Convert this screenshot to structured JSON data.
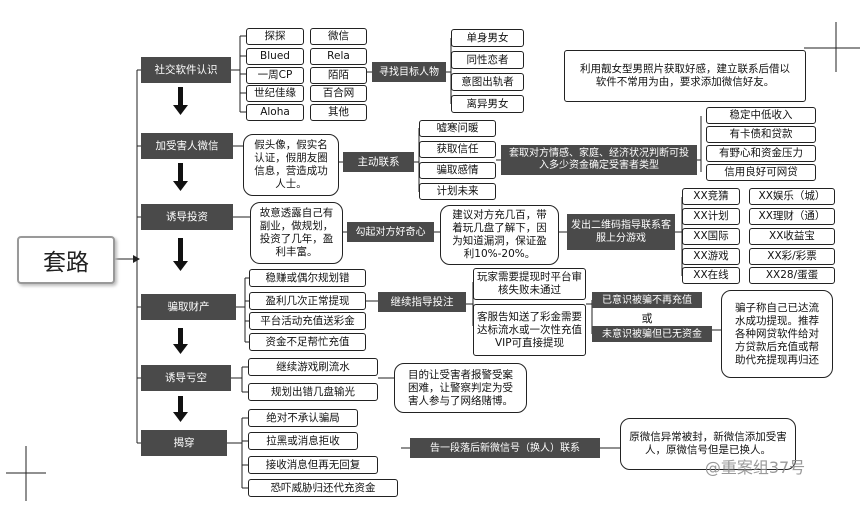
{
  "root": "套路",
  "stages": [
    "社交软件认识",
    "加受害人微信",
    "诱导投资",
    "骗取财产",
    "诱导亏空",
    "揭穿"
  ],
  "apps": [
    "探探",
    "微信",
    "Blued",
    "Rela",
    "一周CP",
    "陌陌",
    "世纪佳缘",
    "百合网",
    "Aloha",
    "其他"
  ],
  "find_target": "寻找目标人物",
  "targets": [
    "单身男女",
    "同性恋者",
    "意图出轨者",
    "离异男女"
  ],
  "note_social": "利用靓女型男照片获取好感，建立联系后借以软件不常用为由，要求添加微信好友。",
  "fake_profile": "假头像，假实名认证，假朋友圈信息，营造成功人士。",
  "active_contact": "主动联系",
  "contact_steps": [
    "嘘寒问暖",
    "获取信任",
    "骗取感情",
    "计划未来"
  ],
  "probe_text": "套取对方情感、家庭、经济状况判断可投入多少资金确定受害者类型",
  "victim_types": [
    "稳定中低收入",
    "有卡债和贷款",
    "有野心和资金压力",
    "信用良好可网贷"
  ],
  "reveal_text": "故意透露自己有副业，做规划，投资了几年，盈利丰富。",
  "arouse": "勾起对方好奇心",
  "suggest_text": "建议对方充几百，带着玩几盘了解下，因为知道漏洞，保证盈利10%-20%。",
  "qr_text": "发出二维码指导联系客服上分游戏",
  "platforms_left": [
    "XX竞猜",
    "XX计划",
    "XX国际",
    "XX游戏",
    "XX在线"
  ],
  "platforms_right": [
    "XX娱乐（城）",
    "XX理财（通）",
    "XX收益宝",
    "XX彩/彩票",
    "XX28/蛋蛋"
  ],
  "fraud_steps": [
    "稳赚或偶尔规划错",
    "盈利几次正常提现",
    "平台活动充值送彩金",
    "资金不足帮忙充值"
  ],
  "continue_bet": "继续指导投注",
  "withdraw_issues": [
    "玩家需要提现时平台审核失败未通过",
    "客服告知送了彩金需要达标流水或一次性充值VIP可直接提现"
  ],
  "aware_branch": "已意识被骗不再充值",
  "or_text": "或",
  "unaware_branch": "未意识被骗但已无资金",
  "loan_note": "骗子称自己已达流水成功提现。推荐各种网贷软件给对方贷款后充值或帮助代充提现再归还",
  "loss_steps": [
    "继续游戏刷流水",
    "规划出错几盘输光"
  ],
  "loss_note": "目的让受害者报警受案困难，让警察判定为受害人参与了网络赌博。",
  "expose_steps": [
    "绝对不承认骗局",
    "拉黑或消息拒收",
    "接收消息但再无回复",
    "恐吓威胁归还代充资金"
  ],
  "new_wechat": "告一段落后新微信号（换人）联系",
  "final_note": "原微信异常被封，新微信添加受害人，原微信号但是已换人。",
  "watermark": "@重案组37号"
}
